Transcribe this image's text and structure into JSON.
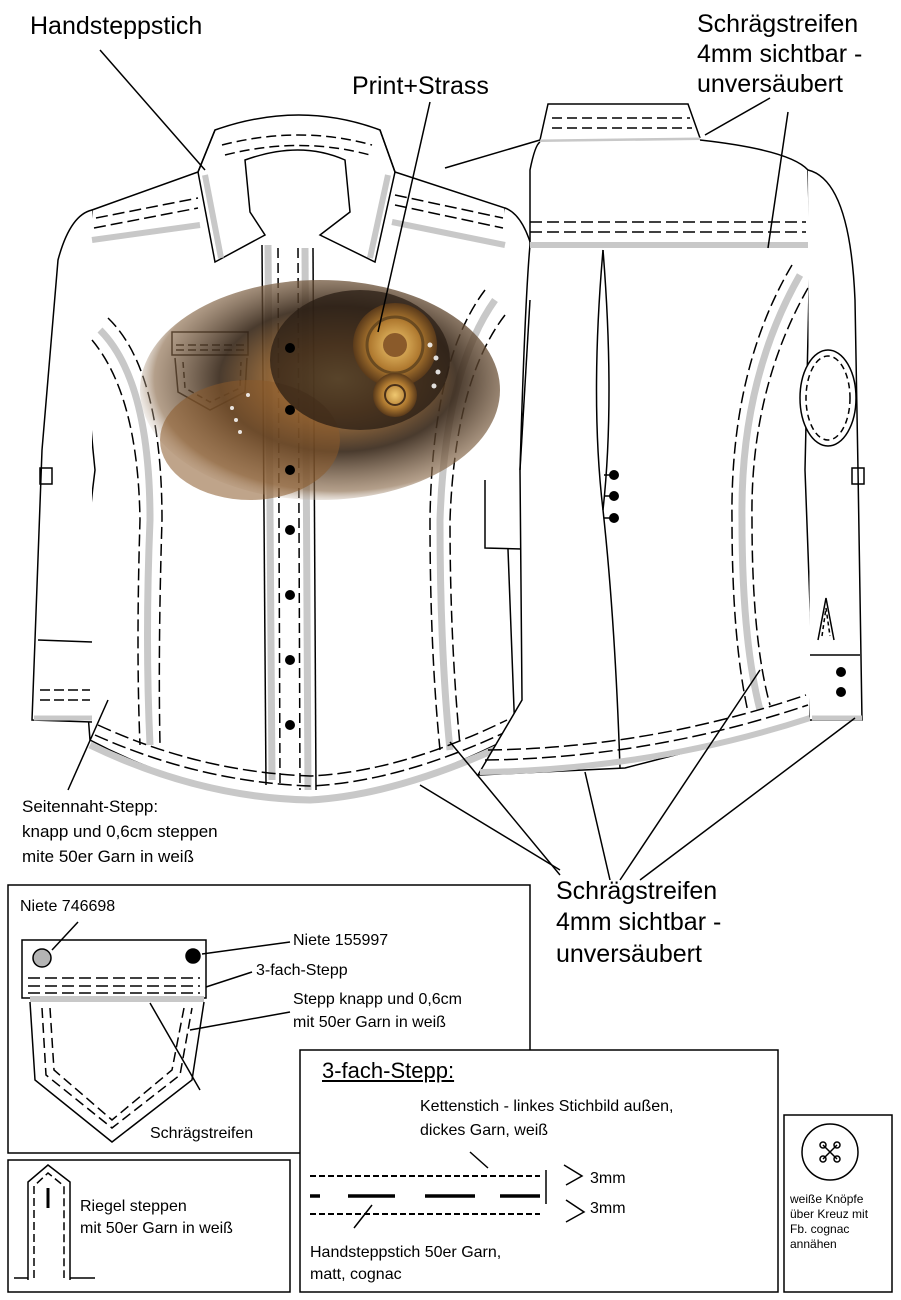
{
  "labels": {
    "handsteppstich": "Handsteppstich",
    "print_strass": "Print+Strass",
    "bias_top_1": "Schrägstreifen",
    "bias_top_2": "4mm sichtbar -",
    "bias_top_3": "unversäubert",
    "side_seam_1": "Seitennaht-Stepp:",
    "side_seam_2": "knapp und 0,6cm steppen",
    "side_seam_3": "mite 50er Garn in weiß",
    "bias_mid_1": "Schrägstreifen",
    "bias_mid_2": "4mm sichtbar -",
    "bias_mid_3": "unversäubert"
  },
  "pocket_detail": {
    "rivet_1": "Niete 746698",
    "rivet_2": "Niete 155997",
    "triple_stitch": "3-fach-Stepp",
    "stitch_1": "Stepp knapp und 0,6cm",
    "stitch_2": "mit 50er Garn in weiß",
    "bias": "Schrägstreifen"
  },
  "bartack_detail": {
    "line_1": "Riegel steppen",
    "line_2": "mit 50er Garn in weiß"
  },
  "triple_stitch_detail": {
    "title": "3-fach-Stepp:",
    "chain_1": "Kettenstich - linkes Stichbild außen,",
    "chain_2": "dickes Garn, weiß",
    "dim_1": "3mm",
    "dim_2": "3mm",
    "hand_1": "Handsteppstich 50er Garn,",
    "hand_2": "matt, cognac"
  },
  "button_detail": {
    "line_1": "weiße Knöpfe",
    "line_2": "über Kreuz mit",
    "line_3": "Fb. cognac",
    "line_4": "annähen"
  },
  "colors": {
    "bias_tape": "#c8c8c8",
    "print_dark": "#3a2a1c",
    "print_gold": "#c08a3a",
    "print_brown": "#8a5a2a",
    "rivet_grey": "#b4b4b4"
  }
}
